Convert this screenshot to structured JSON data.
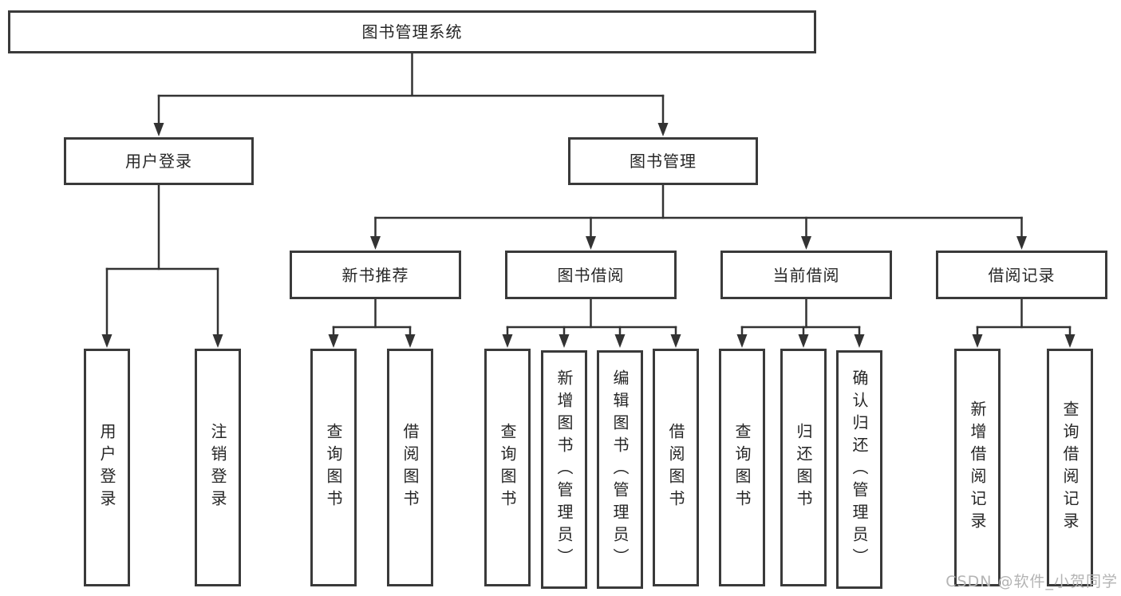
{
  "tree": {
    "label": "图书管理系统",
    "children": [
      {
        "label": "用户登录",
        "children": [
          {
            "label": "用户登录"
          },
          {
            "label": "注销登录"
          }
        ]
      },
      {
        "label": "图书管理",
        "children": [
          {
            "label": "新书推荐",
            "children": [
              {
                "label": "查询图书"
              },
              {
                "label": "借阅图书"
              }
            ]
          },
          {
            "label": "图书借阅",
            "children": [
              {
                "label": "查询图书"
              },
              {
                "label": "新增图书（管理员）"
              },
              {
                "label": "编辑图书（管理员）"
              },
              {
                "label": "借阅图书"
              }
            ]
          },
          {
            "label": "当前借阅",
            "children": [
              {
                "label": "查询图书"
              },
              {
                "label": "归还图书"
              },
              {
                "label": "确认归还（管理员）"
              }
            ]
          },
          {
            "label": "借阅记录",
            "children": [
              {
                "label": "新增借阅记录"
              },
              {
                "label": "查询借阅记录"
              }
            ]
          }
        ]
      }
    ]
  },
  "watermark": {
    "text": "CSDN @软件_小贺同学"
  },
  "colors": {
    "line": "#333333",
    "box_border": "#3a3a3a",
    "box_fill": "#ffffff",
    "text": "#262626",
    "watermark": "#b4b4b4"
  }
}
